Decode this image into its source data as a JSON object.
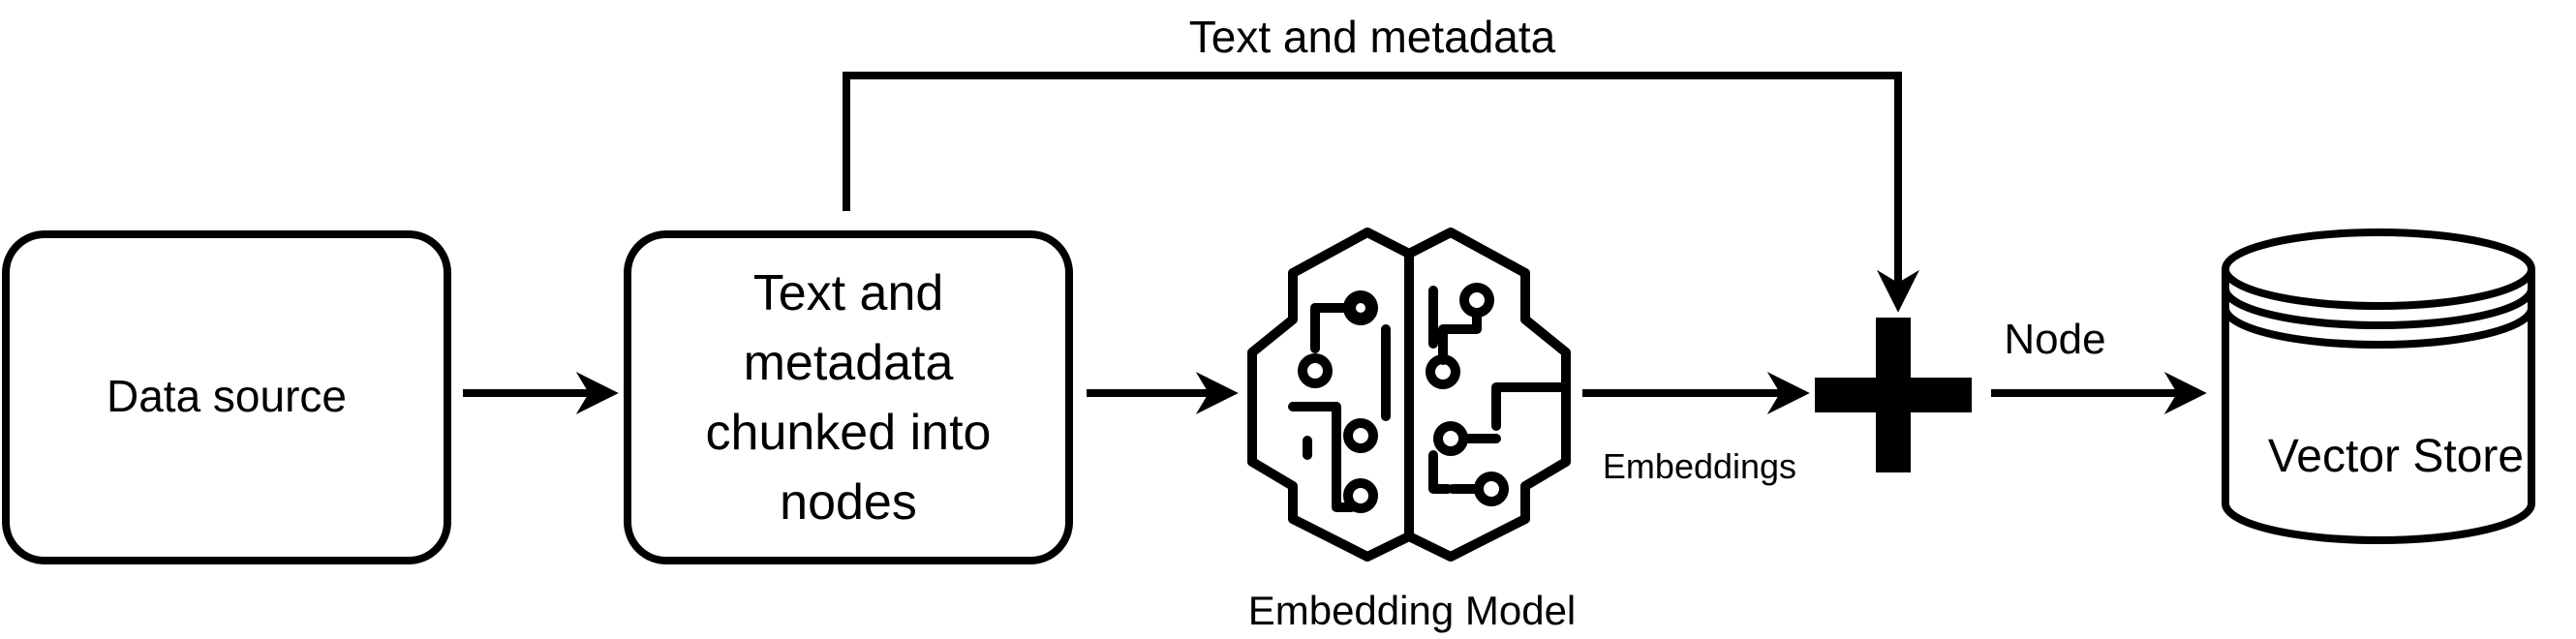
{
  "nodes": {
    "data_source": {
      "label": "Data source"
    },
    "chunker": {
      "lines": [
        "Text and",
        "metadata",
        "chunked into",
        "nodes"
      ]
    },
    "embedding_model": {
      "label": "Embedding Model",
      "icon": "brain-circuit-icon"
    },
    "combine": {
      "icon": "plus-icon"
    },
    "vector_store": {
      "label": "Vector Store",
      "icon": "database-cylinder-icon"
    }
  },
  "edges": {
    "text_and_metadata": {
      "label": "Text and metadata"
    },
    "embeddings": {
      "label": "Embeddings"
    },
    "node": {
      "label": "Node"
    }
  },
  "colors": {
    "stroke": "#000000",
    "background": "#ffffff"
  }
}
